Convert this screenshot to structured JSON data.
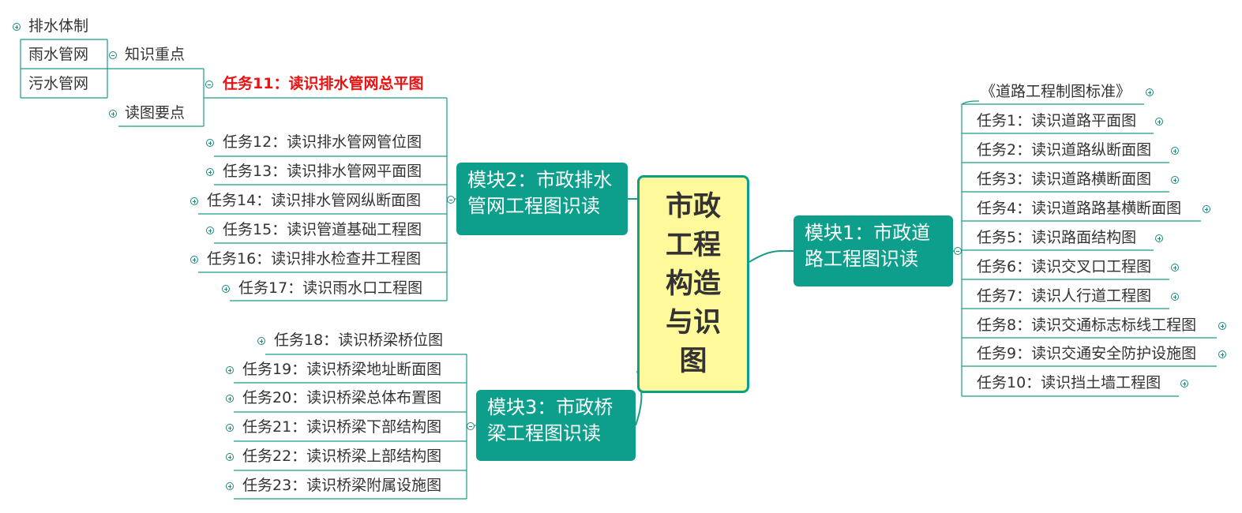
{
  "central": {
    "label": "市政工程构造与识图"
  },
  "colors": {
    "line": "#1a9a88",
    "module_fill": "#0e9f8c",
    "central_fill": "#fef99a",
    "highlight": "#ee1111"
  },
  "module1": {
    "label": "模块1：市政道路工程图识读",
    "tasks": [
      "《道路工程制图标准》",
      "任务1：读识道路平面图",
      "任务2：读识道路纵断面图",
      "任务3：读识道路横断面图",
      "任务4：读识道路路基横断面图",
      "任务5：读识路面结构图",
      "任务6：读识交叉口工程图",
      "任务7：读识人行道工程图",
      "任务8：读识交通标志标线工程图",
      "任务9：读识交通安全防护设施图",
      "任务10：读识挡土墙工程图"
    ]
  },
  "module2": {
    "label": "模块2：市政排水管网工程图识读",
    "task11": {
      "label": "任务11：读识排水管网总平图",
      "knowledge": {
        "label": "知识重点",
        "items": [
          "排水体制",
          "雨水管网",
          "污水管网"
        ]
      },
      "reading": {
        "label": "读图要点"
      }
    },
    "tasks": [
      "任务12：读识排水管网管位图",
      "任务13：读识排水管网平面图",
      "任务14：读识排水管网纵断面图",
      "任务15：读识管道基础工程图",
      "任务16：读识排水检查井工程图",
      "任务17：读识雨水口工程图"
    ]
  },
  "module3": {
    "label": "模块3：市政桥梁工程图识读",
    "tasks": [
      "任务18：读识桥梁桥位图",
      "任务19：读识桥梁地址断面图",
      "任务20：读识桥梁总体布置图",
      "任务21：读识桥梁下部结构图",
      "任务22：读识桥梁上部结构图",
      "任务23：读识桥梁附属设施图"
    ]
  }
}
